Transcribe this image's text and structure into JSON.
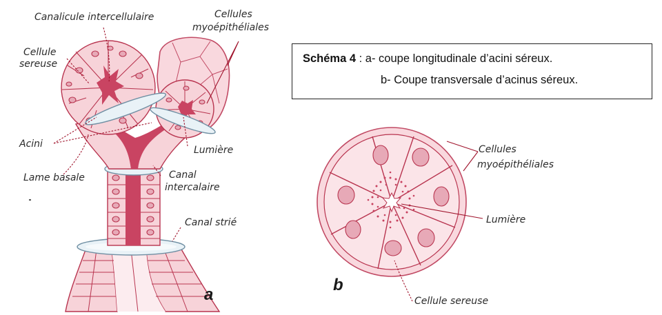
{
  "caption": {
    "schema_label": "Schéma 4",
    "line1_text": " : a- coupe longitudinale d’acini séreux.",
    "line2_text": "b- Coupe transversale d’acinus séreux."
  },
  "diagram_a": {
    "panel_letter": "a",
    "labels": {
      "canalicule": "Canalicule intercellulaire",
      "cellules_myo_1": "Cellules",
      "cellules_myo_2": "myoépithéliales",
      "cellule_sereuse_1": "Cellule",
      "cellule_sereuse_2": "sereuse",
      "acini": "Acini",
      "lumiere": "Lumière",
      "lame_basale": "Lame basale",
      "canal_intercalaire_1": "Canal",
      "canal_intercalaire_2": "intercalaire",
      "canal_strie": "Canal strié"
    }
  },
  "diagram_b": {
    "panel_letter": "b",
    "labels": {
      "cellules_myo_1": "Cellules",
      "cellules_myo_2": "myoépithéliales",
      "lumiere": "Lumière",
      "cellule_sereuse": "Cellule sereuse"
    }
  }
}
